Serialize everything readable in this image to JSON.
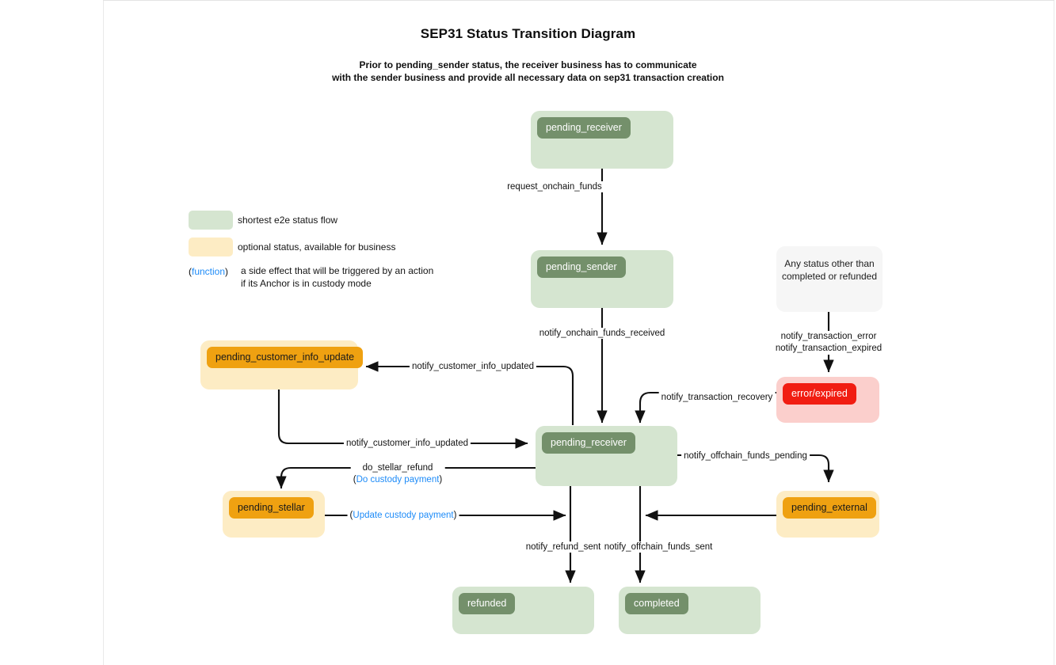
{
  "page": {
    "title": "SEP31 Status Transition Diagram",
    "subtitle_line1": "Prior to pending_sender status, the receiver business has to communicate",
    "subtitle_line2": "with the sender business and provide all necessary data on sep31 transaction creation"
  },
  "legend": {
    "items": [
      {
        "swatch": "green",
        "color": "#d5e5d0",
        "label": "shortest e2e status flow"
      },
      {
        "swatch": "amber",
        "color": "#fdecc4",
        "label": "optional status, available for business"
      }
    ],
    "function_note": {
      "open_paren": "(",
      "word": "function",
      "close_paren": ")",
      "color": "#1d8bf8",
      "line1": "a side effect that will be triggered by an action",
      "line2": "if its Anchor is in custody mode"
    }
  },
  "nodes": [
    {
      "id": "pending_receiver_top",
      "label": "pending_receiver",
      "kind": "green"
    },
    {
      "id": "pending_sender",
      "label": "pending_sender",
      "kind": "green"
    },
    {
      "id": "any_status",
      "label": "Any status other than\ncompleted or refunded",
      "line1": "Any status other than",
      "line2": "completed or refunded",
      "kind": "plain"
    },
    {
      "id": "error_expired",
      "label": "error/expired",
      "kind": "red"
    },
    {
      "id": "pending_customer_info_update",
      "label": "pending_customer_info_update",
      "kind": "amber"
    },
    {
      "id": "pending_receiver_mid",
      "label": "pending_receiver",
      "kind": "green"
    },
    {
      "id": "pending_stellar",
      "label": "pending_stellar",
      "kind": "amber"
    },
    {
      "id": "pending_external",
      "label": "pending_external",
      "kind": "amber"
    },
    {
      "id": "refunded",
      "label": "refunded",
      "kind": "green"
    },
    {
      "id": "completed",
      "label": "completed",
      "kind": "green"
    }
  ],
  "edges": [
    {
      "id": "e1",
      "from": "pending_receiver_top",
      "to": "pending_sender",
      "label": "request_onchain_funds"
    },
    {
      "id": "e2",
      "from": "pending_sender",
      "to": "pending_receiver_mid",
      "label": "notify_onchain_funds_received"
    },
    {
      "id": "e3",
      "from": "any_status",
      "to": "error_expired",
      "label_line1": "notify_transaction_error",
      "label_line2": "notify_transaction_expired"
    },
    {
      "id": "e4",
      "from": "error_expired",
      "to": "pending_receiver_mid",
      "label": "notify_transaction_recovery"
    },
    {
      "id": "e5",
      "from": "pending_receiver_mid",
      "to": "pending_customer_info_update",
      "label": "notify_customer_info_updated"
    },
    {
      "id": "e6",
      "from": "pending_customer_info_update",
      "to": "pending_receiver_mid",
      "label": "notify_customer_info_updated"
    },
    {
      "id": "e7",
      "from": "pending_receiver_mid",
      "to": "pending_stellar",
      "label": "do_stellar_refund",
      "label_fn": "(Do custody payment)"
    },
    {
      "id": "e8",
      "from": "pending_stellar",
      "to": "refunded",
      "label_fn": "(Update custody payment)"
    },
    {
      "id": "e9",
      "from": "pending_receiver_mid",
      "to": "pending_external",
      "label": "notify_offchain_funds_pending"
    },
    {
      "id": "e10",
      "from": "pending_external",
      "to": "completed",
      "label": ""
    },
    {
      "id": "e11",
      "from": "pending_receiver_mid",
      "to": "refunded",
      "label": "notify_refund_sent"
    },
    {
      "id": "e12",
      "from": "pending_receiver_mid",
      "to": "completed",
      "label": "notify_offchain_funds_sent"
    }
  ],
  "colors": {
    "green_fill": "#d5e5d0",
    "green_chip": "#74906b",
    "amber_fill": "#fdecc4",
    "amber_chip": "#efa111",
    "red_fill": "#fbcfcc",
    "red_chip": "#f11d12",
    "plain_fill": "#f6f6f6",
    "link": "#1d8bf8",
    "edge": "#111111"
  }
}
